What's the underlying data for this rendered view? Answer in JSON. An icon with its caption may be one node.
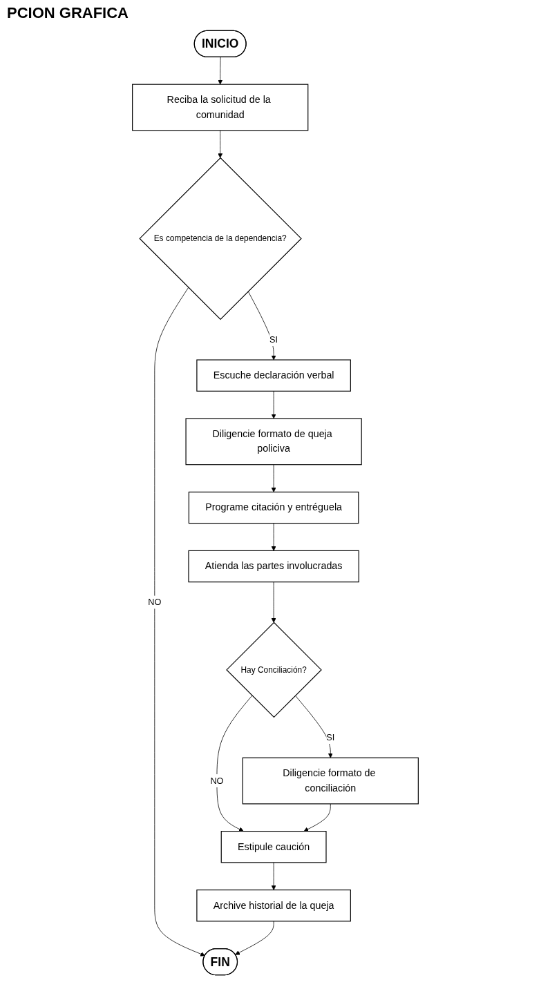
{
  "diagram": {
    "title": "PCION GRAFICA",
    "nodes": [
      {
        "text": [
          "INICIO"
        ]
      },
      {
        "text": [
          "Reciba la solicitud de la comunidad"
        ]
      },
      {
        "text": [
          "Es competencia de la dependencia?"
        ]
      },
      {
        "text": [
          "Escuche declaración verbal"
        ]
      },
      {
        "text": [
          "Diligencie formato de queja policiva"
        ]
      },
      {
        "text": [
          "Programe citación y entréguela"
        ]
      },
      {
        "text": [
          "Atienda las partes involucradas"
        ]
      },
      {
        "text": [
          "Hay Conciliación?"
        ]
      },
      {
        "text": [
          "Diligencie formato de conciliación"
        ]
      },
      {
        "text": [
          "Estipule caución"
        ]
      },
      {
        "text": [
          "Archive historial de la queja"
        ]
      },
      {
        "text": [
          "FIN"
        ]
      }
    ],
    "edges": [
      {
        "from": 0,
        "to": 1,
        "arrow": "to"
      },
      {
        "from": 1,
        "to": 2,
        "arrow": "to"
      },
      {
        "from": 2,
        "to": 3,
        "arrow": "to",
        "label": "SI"
      },
      {
        "from": 2,
        "to": 11,
        "arrow": "to",
        "label": "NO"
      },
      {
        "from": 3,
        "to": 4,
        "arrow": "to"
      },
      {
        "from": 4,
        "to": 5,
        "arrow": "to"
      },
      {
        "from": 5,
        "to": 6,
        "arrow": "to"
      },
      {
        "from": 6,
        "to": 7,
        "arrow": "to"
      },
      {
        "from": 7,
        "to": 8,
        "arrow": "to",
        "label": "SI"
      },
      {
        "from": 7,
        "to": 9,
        "arrow": "to",
        "label": "NO"
      },
      {
        "from": 8,
        "to": 9,
        "arrow": "to"
      },
      {
        "from": 9,
        "to": 10,
        "arrow": "to"
      },
      {
        "from": 10,
        "to": 11,
        "arrow": "to"
      }
    ]
  }
}
